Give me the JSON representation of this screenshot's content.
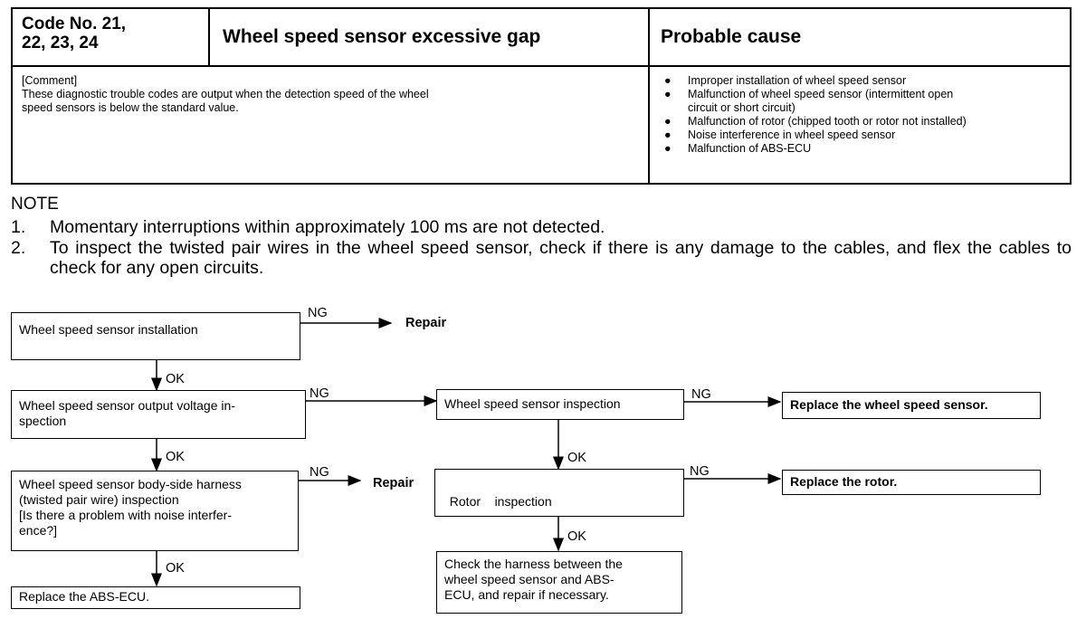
{
  "header": {
    "code_line1": "Code No. 21,",
    "code_line2": "22, 23, 24",
    "title": "Wheel speed sensor excessive gap",
    "cause_heading": "Probable cause",
    "comment_label": "[Comment]",
    "comment_line1": "These diagnostic trouble codes are output when the detection speed of the wheel",
    "comment_line2": "speed sensors is below the standard value.",
    "causes": [
      "Improper installation of wheel speed sensor",
      "Malfunction of wheel speed sensor (intermittent open",
      "circuit or short circuit)",
      "Malfunction of rotor (chipped tooth or rotor not installed)",
      "Noise interference in wheel speed sensor",
      "Malfunction of ABS-ECU"
    ]
  },
  "notes": {
    "title": "NOTE",
    "items": [
      {
        "num": "1.",
        "text": "Momentary interruptions within approximately 100 ms are not detected."
      },
      {
        "num": "2.",
        "text": "To inspect the twisted pair wires in the wheel speed sensor, check if there is any damage to the cables, and flex the cables to check for any open circuits."
      }
    ]
  },
  "flow": {
    "box1": "Wheel speed sensor installation",
    "box2_line1": "Wheel speed sensor output voltage in-",
    "box2_line2": "spection",
    "box3_line1": "Wheel speed sensor body-side harness",
    "box3_line2": "(twisted pair wire) inspection",
    "box3_line3": "[Is there a problem with noise interfer-",
    "box3_line4": "ence?]",
    "box4": "Replace the ABS-ECU.",
    "box5": "Wheel speed sensor inspection",
    "box6": "Rotor    inspection",
    "box7_line1": "Check the harness between the",
    "box7_line2": "wheel speed sensor and ABS-",
    "box7_line3": "ECU, and repair if necessary.",
    "box8": "Replace the wheel speed sensor.",
    "box9": "Replace the rotor.",
    "repair1": "Repair",
    "repair2": "Repair",
    "ng": "NG",
    "ok": "OK"
  }
}
